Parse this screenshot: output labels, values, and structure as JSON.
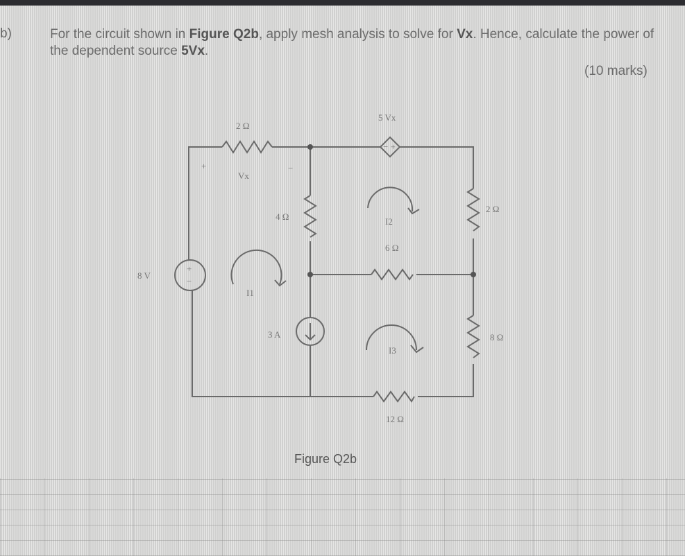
{
  "question": {
    "number": "b)",
    "text_part1": "For the circuit shown in ",
    "figure_ref": "Figure Q2b",
    "text_part2": ", apply mesh analysis to solve for ",
    "var": "Vx",
    "text_part3": ". Hence, calculate the power of the dependent source ",
    "source": "5Vx",
    "text_end": ".",
    "marks": "(10 marks)"
  },
  "circuit": {
    "r_top": "2 Ω",
    "vx_plus": "+",
    "vx_label": "Vx",
    "vx_minus": "−",
    "r_mid": "4 Ω",
    "dep_source": "5 Vx",
    "dep_signs": "− +",
    "mesh2": "I2",
    "r_right_top": "2 Ω",
    "r_6": "6 Ω",
    "v_source": "8 V",
    "mesh1": "I1",
    "i_source": "3 A",
    "mesh3": "I3",
    "r_right_bottom": "8 Ω",
    "r_bottom": "12 Ω"
  },
  "caption": "Figure Q2b"
}
